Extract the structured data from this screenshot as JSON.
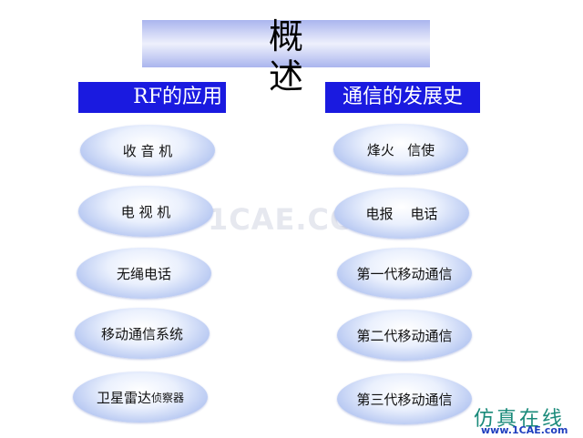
{
  "title": "概述",
  "left_header": "RF的应用",
  "right_header": "通信的发展史",
  "left_items": [
    {
      "text": "收 音 机"
    },
    {
      "text": "电 视 机"
    },
    {
      "text": "无绳电话"
    },
    {
      "text": "移动通信系统"
    },
    {
      "main": "卫星雷达",
      "small": "侦察器"
    }
  ],
  "right_items": [
    {
      "text": "烽火   信使"
    },
    {
      "text": "电报    电话"
    },
    {
      "text": "第一代移动通信"
    },
    {
      "text": "第二代移动通信"
    },
    {
      "text": "第三代移动通信"
    }
  ],
  "watermark": "1CAE.COM",
  "brand": "仿真在线",
  "brand_url": "www.1CAE.com",
  "colors": {
    "header_bg": "#1a1ae0",
    "oval_edge": "#93a9e6",
    "brand": "#1a8a7a"
  }
}
